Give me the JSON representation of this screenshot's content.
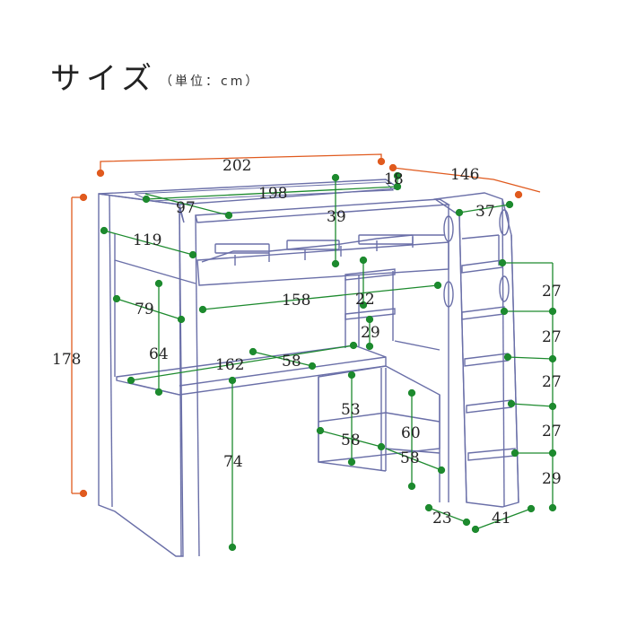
{
  "title": "サイズ",
  "unit_note": "（単位：cm）",
  "colors": {
    "outline": "#6a6fa8",
    "orange": "#e05a1e",
    "green": "#1d8a2e",
    "text": "#222222"
  },
  "dimensions": {
    "overall_width": "202",
    "overall_depth": "146",
    "overall_height": "178",
    "guard_inner_width": "198",
    "guard_height": "18",
    "bed_inner_depth": "97",
    "under_bed_height": "39",
    "ladder_width": "37",
    "left_side_depth": "119",
    "desk_width": "158",
    "shelf_gap": "22",
    "shelf_to_desk": "29",
    "left_panel_depth": "79",
    "desk_to_bed": "64",
    "desk_length": "162",
    "desk_depth": "58",
    "desk_height": "74",
    "cabinet_height": "53",
    "cabinet_depth": "58",
    "cabinet_depth_lower": "58",
    "cabinet_inner_height": "60",
    "step_1": "27",
    "step_2": "27",
    "step_3": "27",
    "step_4": "27",
    "step_bottom": "29",
    "ladder_base_gap": "23",
    "ladder_base_depth": "41"
  }
}
